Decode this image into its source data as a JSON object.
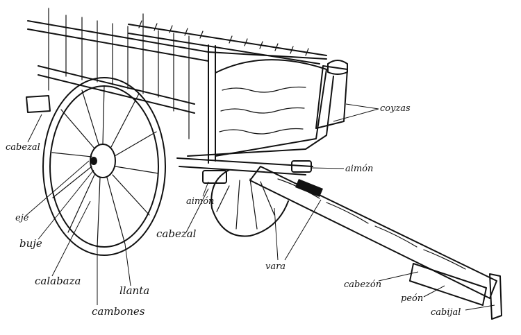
{
  "labels": {
    "coyzas": "coyzas",
    "aimon_right": "aimón",
    "cabezal_left": "cabezal",
    "aimon_center": "aimón",
    "cabezal_center": "cabezal",
    "eje": "eje",
    "buje": "buje",
    "calabaza": "calabaza",
    "llanta": "llanta",
    "cambones": "cambones",
    "vara": "vara",
    "cabezon": "cabezón",
    "peon": "peón",
    "cabijal": "cabijal"
  },
  "colors": {
    "ink": "#111111",
    "paper": "#ffffff"
  }
}
